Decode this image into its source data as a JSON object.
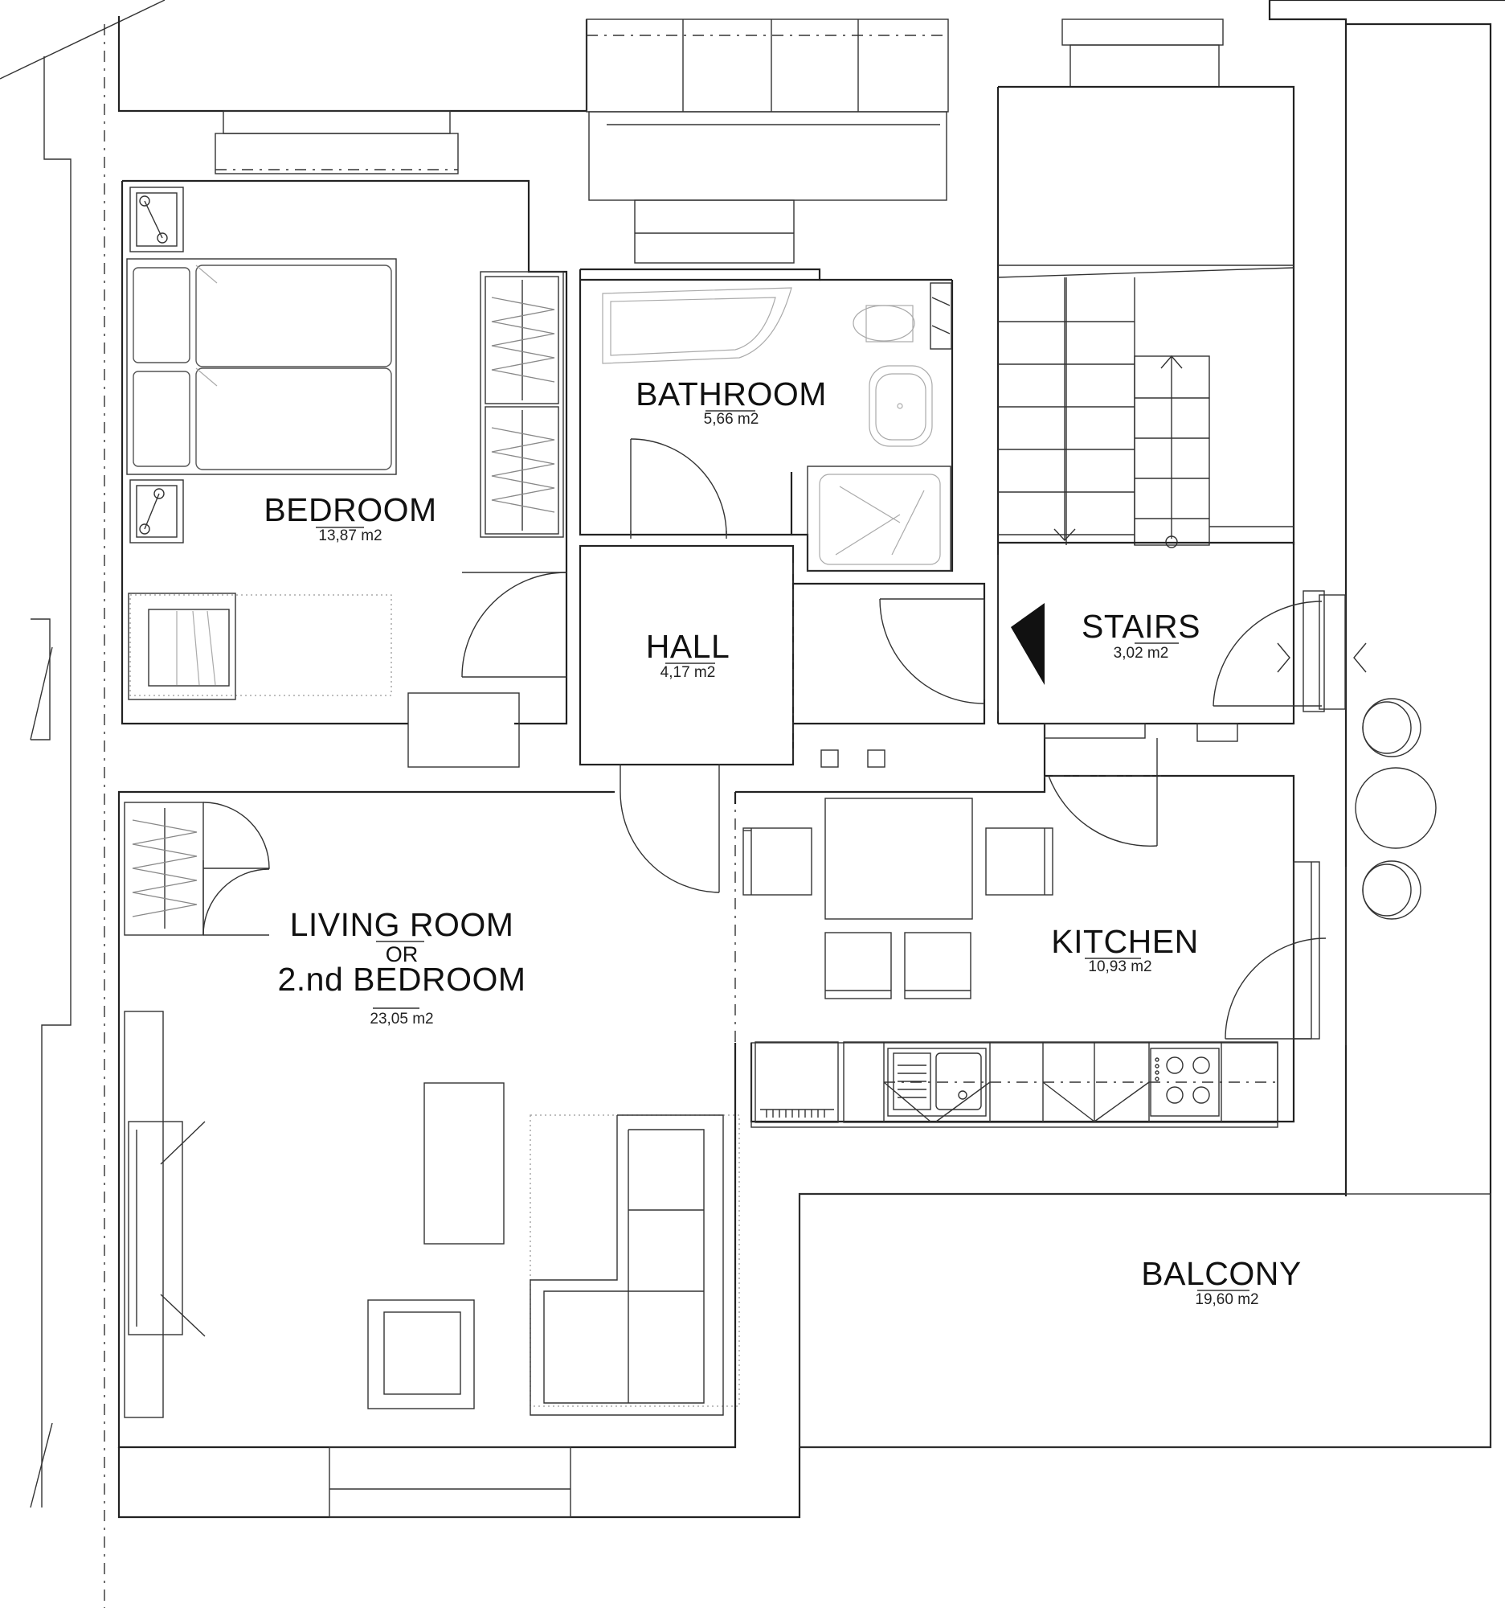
{
  "rooms": {
    "bedroom": {
      "name": "BEDROOM",
      "area": "13,87 m2"
    },
    "bathroom": {
      "name": "BATHROOM",
      "area": "5,66 m2"
    },
    "hall": {
      "name": "HALL",
      "area": "4,17 m2"
    },
    "stairs": {
      "name": "STAIRS",
      "area": "3,02 m2"
    },
    "living": {
      "name_line1": "LIVING ROOM",
      "name_or": "OR",
      "name_line2": "2.nd BEDROOM",
      "area": "23,05 m2"
    },
    "kitchen": {
      "name": "KITCHEN",
      "area": "10,93 m2"
    },
    "balcony": {
      "name": "BALCONY",
      "area": "19,60 m2"
    }
  }
}
